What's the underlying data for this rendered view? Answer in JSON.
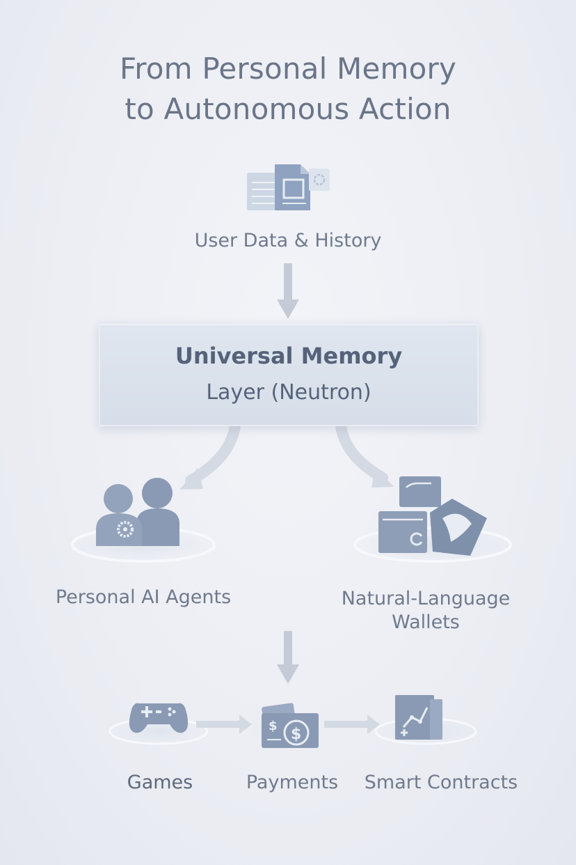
{
  "title": {
    "line1": "From Personal Memory",
    "line2": "to Autonomous Action"
  },
  "nodes": {
    "source": {
      "label": "User Data & History",
      "icon": "documents-icon"
    },
    "memory": {
      "line1": "Universal Memory",
      "line2": "Layer (Neutron)"
    },
    "agents": {
      "label": "Personal AI Agents",
      "icon": "users-gear-icon"
    },
    "wallets": {
      "line1": "Natural-Language",
      "line2": "Wallets",
      "icon": "wallet-cards-icon"
    },
    "games": {
      "label": "Games",
      "icon": "gamepad-icon"
    },
    "payments": {
      "label": "Payments",
      "icon": "money-icon"
    },
    "contracts": {
      "label": "Smart Contracts",
      "icon": "contract-chart-icon"
    }
  },
  "colors": {
    "icon_main": "#8a9ab4",
    "icon_light": "#c9d3e1",
    "arrow": "#c4cbd7",
    "text": "#707a8d"
  }
}
